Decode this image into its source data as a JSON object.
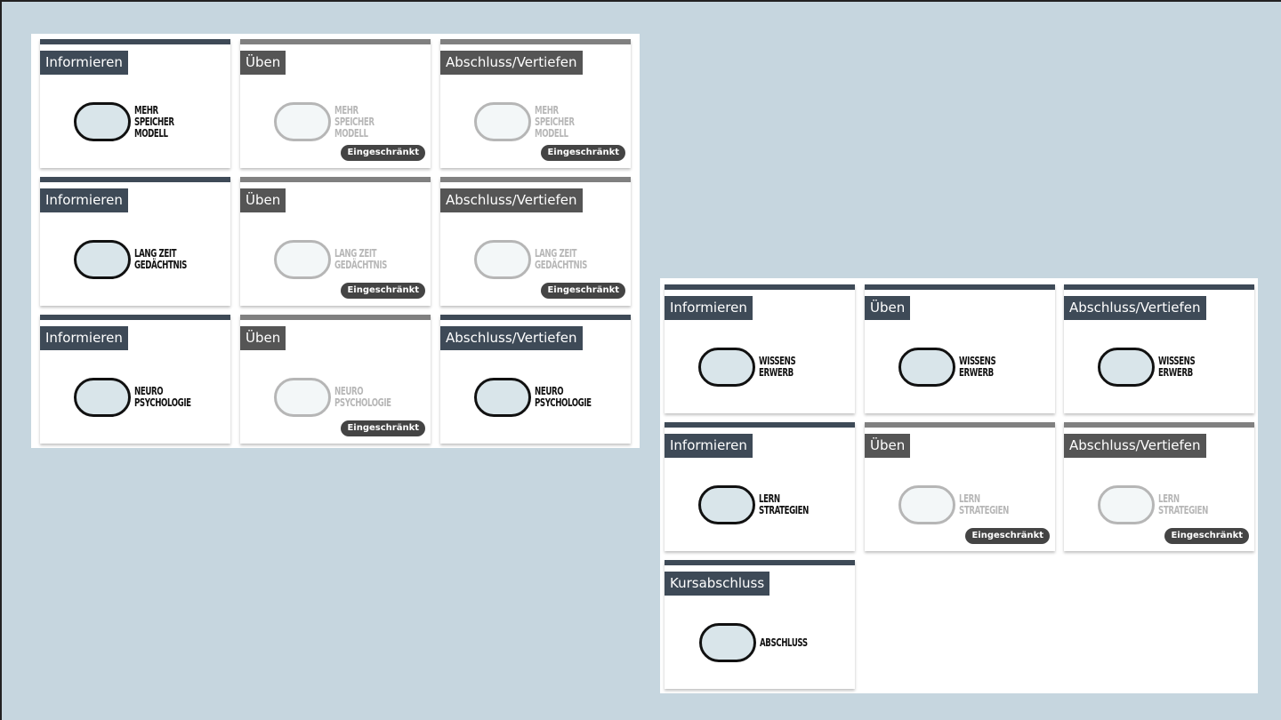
{
  "colors": {
    "background": "#c6d6df",
    "active": "#3e4a57",
    "restricted": "#808080"
  },
  "restricted_badge": "Eingeschränkt",
  "left_grid": [
    {
      "label": "Informieren",
      "logo": "MEHR SPEICHER MODELL",
      "restricted": false
    },
    {
      "label": "Üben",
      "logo": "MEHR SPEICHER MODELL",
      "restricted": true
    },
    {
      "label": "Abschluss/Vertiefen",
      "logo": "MEHR SPEICHER MODELL",
      "restricted": true
    },
    {
      "label": "Informieren",
      "logo": "LANG ZEIT GEDÄCHTNIS",
      "restricted": false
    },
    {
      "label": "Üben",
      "logo": "LANG ZEIT GEDÄCHTNIS",
      "restricted": true
    },
    {
      "label": "Abschluss/Vertiefen",
      "logo": "LANG ZEIT GEDÄCHTNIS",
      "restricted": true
    },
    {
      "label": "Informieren",
      "logo": "NEURO PSYCHOLOGIE",
      "restricted": false
    },
    {
      "label": "Üben",
      "logo": "NEURO PSYCHOLOGIE",
      "restricted": true
    },
    {
      "label": "Abschluss/Vertiefen",
      "logo": "NEURO PSYCHOLOGIE",
      "restricted": false
    }
  ],
  "right_grid": [
    {
      "label": "Informieren",
      "logo": "WISSENS ERWERB",
      "restricted": false
    },
    {
      "label": "Üben",
      "logo": "WISSENS ERWERB",
      "restricted": false
    },
    {
      "label": "Abschluss/Vertiefen",
      "logo": "WISSENS ERWERB",
      "restricted": false
    },
    {
      "label": "Informieren",
      "logo": "LERN STRATEGIEN",
      "restricted": false
    },
    {
      "label": "Üben",
      "logo": "LERN STRATEGIEN",
      "restricted": true
    },
    {
      "label": "Abschluss/Vertiefen",
      "logo": "LERN STRATEGIEN",
      "restricted": true
    },
    {
      "label": "Kursabschluss",
      "logo": "ABSCHLUSS",
      "restricted": false
    }
  ]
}
